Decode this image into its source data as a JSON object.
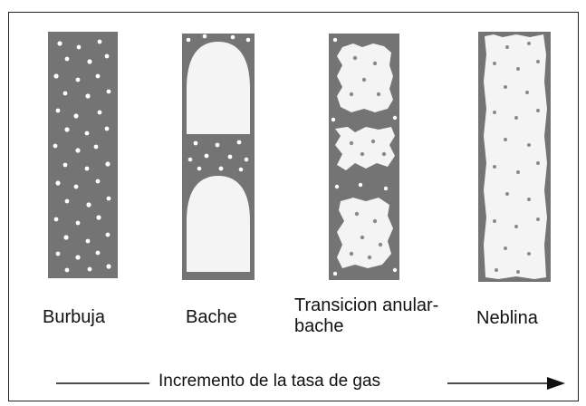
{
  "regimes": [
    {
      "id": "bubble",
      "label": "Burbuja"
    },
    {
      "id": "slug",
      "label": "Bache"
    },
    {
      "id": "transition",
      "label_lines": [
        "Transicion anular-",
        "bache"
      ]
    },
    {
      "id": "mist",
      "label": "Neblina"
    }
  ],
  "arrow": {
    "label": "Incremento de la tasa de gas"
  },
  "colors": {
    "pipe": "#747474",
    "gas": "#f4f4f4",
    "dots_on_dark": "#ffffff",
    "dots_on_light": "#8a8a8a",
    "text": "#111111",
    "border": "#222222"
  }
}
